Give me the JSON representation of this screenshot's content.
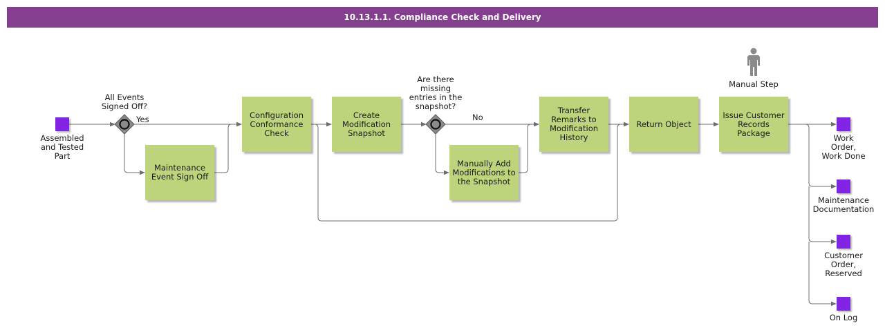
{
  "title": "10.13.1.1. Compliance Check and Delivery",
  "colors": {
    "header": "#843f8e",
    "task": "#bdd47c",
    "event": "#8224e3",
    "gateway": "#8a8a8a",
    "connector": "#6e6e6e"
  },
  "events": {
    "start": "Assembled\nand Tested\nPart",
    "work_order": "Work\nOrder,\nWork Done",
    "maintenance_docs": "Maintenance\nDocumentation",
    "customer_order": "Customer\nOrder,\nReserved",
    "on_log": "On Log"
  },
  "gateways": {
    "all_events": "All Events\nSigned Off?",
    "missing_entries": "Are there\nmissing\nentries in the\nsnapshot?"
  },
  "flow_labels": {
    "yes": "Yes",
    "no": "No"
  },
  "tasks": {
    "maintenance_sign_off": "Maintenance\nEvent Sign Off",
    "config_check": "Configuration\nConformance\nCheck",
    "create_snapshot": "Create\nModification\nSnapshot",
    "manually_add": "Manually Add\nModifications to\nthe Snapshot",
    "transfer_remarks": "Transfer\nRemarks to\nModification\nHistory",
    "return_object": "Return Object",
    "issue_package": "Issue Customer\nRecords\nPackage"
  },
  "role": {
    "label": "Manual Step",
    "icon": "person-icon"
  }
}
